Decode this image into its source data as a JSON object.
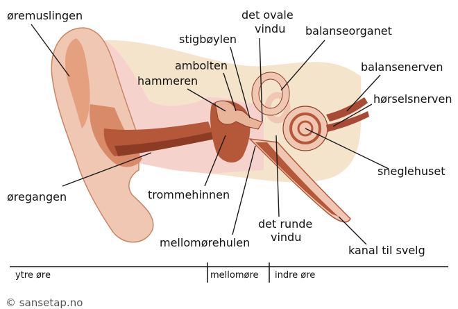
{
  "labels": {
    "oremuslingen": "øremuslingen",
    "oregangen": "øregangen",
    "stigboylen": "stigbøylen",
    "det_ovale_vindu_1": "det ovale",
    "det_ovale_vindu_2": "vindu",
    "balanseorganet": "balanseorganet",
    "ambolten": "ambolten",
    "hammeren": "hammeren",
    "balansenerven": "balansenerven",
    "horselsnerven": "hørselsnerven",
    "sneglehuset": "sneglehuset",
    "trommehinnen": "trommehinnen",
    "mellomorehulen": "mellomørehulen",
    "det_runde_vindu_1": "det runde",
    "det_runde_vindu_2": "vindu",
    "kanal_til_svelg": "kanal til svelg"
  },
  "sections": {
    "ytre": "ytre øre",
    "mellom": "mellomøre",
    "indre": "indre øre"
  },
  "credit": "© sansetap.no",
  "colors": {
    "skin": "#f0c7b2",
    "skin_dark": "#e4a07f",
    "canal": "#b5583a",
    "canal_dark": "#8c3c25",
    "bone": "#f4e4cc",
    "pink": "#f6d2cd",
    "nerve": "#a84a35"
  }
}
